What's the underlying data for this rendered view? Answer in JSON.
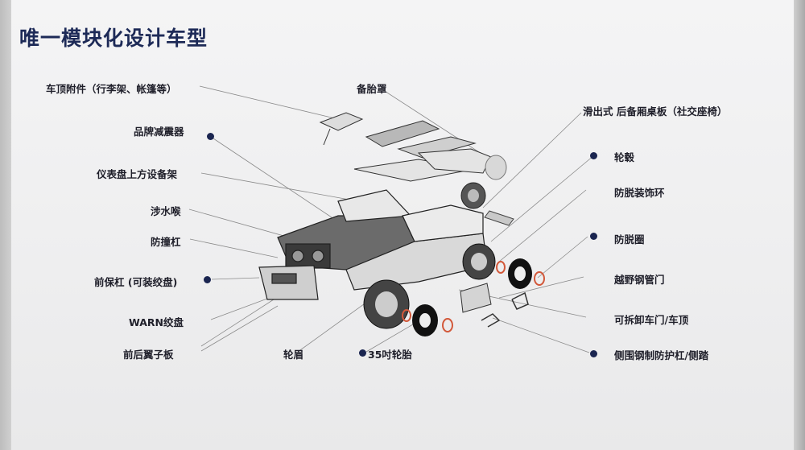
{
  "title": "唯一模块化设计车型",
  "labels": {
    "roof_accessories": "车顶附件（行李架、帐篷等）",
    "spare_tire_cover": "备胎罩",
    "brand_shocks": "品牌减震器",
    "slide_out_table": "滑出式 后备厢桌板（社交座椅）",
    "wheel_hub": "轮毂",
    "dash_rack": "仪表盘上方设备架",
    "bead_lock_ring": "防脱装饰环",
    "snorkel": "涉水喉",
    "bead_lock": "防脱圈",
    "bull_bar": "防撞杠",
    "tube_door": "越野钢管门",
    "front_bumper": "前保杠 (可装绞盘)",
    "removable_doors": "可拆卸车门/车顶",
    "warn_winch": "WARN绞盘",
    "fender_flare": "轮眉",
    "tire_35": "35吋轮胎",
    "fenders": "前后翼子板",
    "rock_sliders": "侧围钢制防护杠/侧踏"
  },
  "colors": {
    "title": "#1d2a57",
    "dot": "#1a2550",
    "accent_ring": "#d2583a"
  }
}
